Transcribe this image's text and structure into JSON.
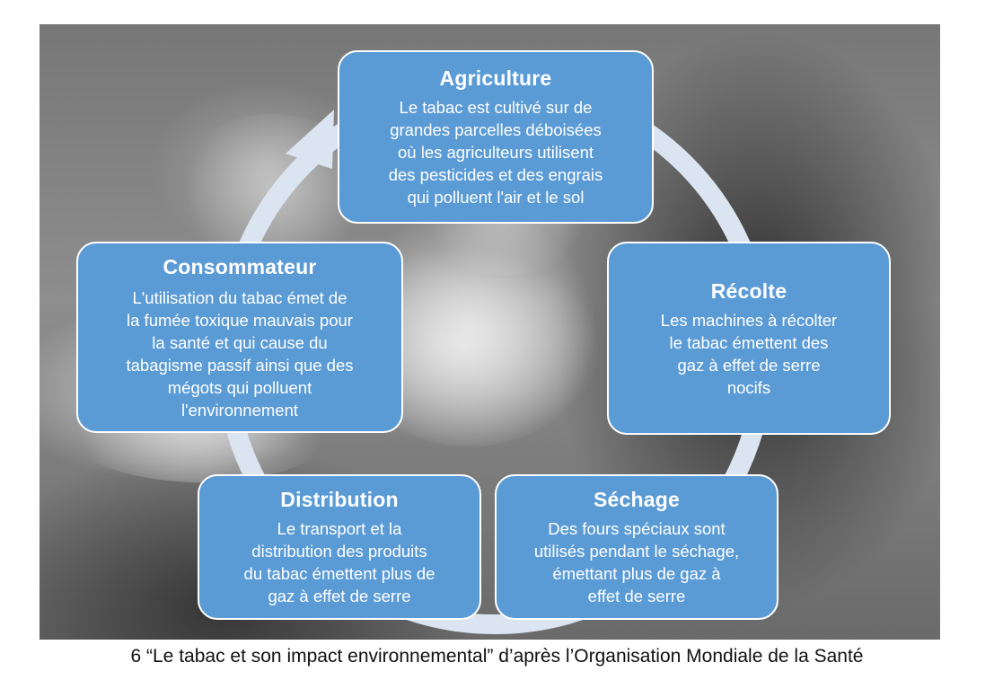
{
  "diagram": {
    "cycle": [
      {
        "id": "agriculture",
        "title": "Agriculture",
        "lines": [
          "Le tabac est cultivé sur de",
          "grandes parcelles déboisées",
          "où les agriculteurs utilisent",
          "des pesticides et des engrais",
          "qui polluent l'air et le sol"
        ]
      },
      {
        "id": "recolte",
        "title": "Récolte",
        "lines": [
          "Les machines à récolter",
          "le tabac émettent des",
          "gaz à effet de serre",
          "nocifs"
        ]
      },
      {
        "id": "sechage",
        "title": "Séchage",
        "lines": [
          "Des fours spéciaux sont",
          "utilisés pendant le séchage,",
          "émettant plus de gaz à",
          "effet de serre"
        ]
      },
      {
        "id": "distribution",
        "title": "Distribution",
        "lines": [
          "Le transport et la",
          "distribution des produits",
          "du tabac émettent plus de",
          "gaz à effet de serre"
        ]
      },
      {
        "id": "consommateur",
        "title": "Consommateur",
        "lines": [
          "L'utilisation du tabac émet de",
          "la fumée toxique mauvais pour",
          "la santé et qui cause du",
          "tabagisme passif ainsi que des",
          "mégots qui polluent",
          "l'environnement"
        ]
      }
    ],
    "colors": {
      "box_fill": "#5b9bd5",
      "box_border": "#ffffff",
      "ring": "#dbe4f1",
      "text": "#ffffff"
    }
  },
  "caption": "6 “Le tabac et son impact environnemental” d’après l’Organisation Mondiale de la Santé"
}
